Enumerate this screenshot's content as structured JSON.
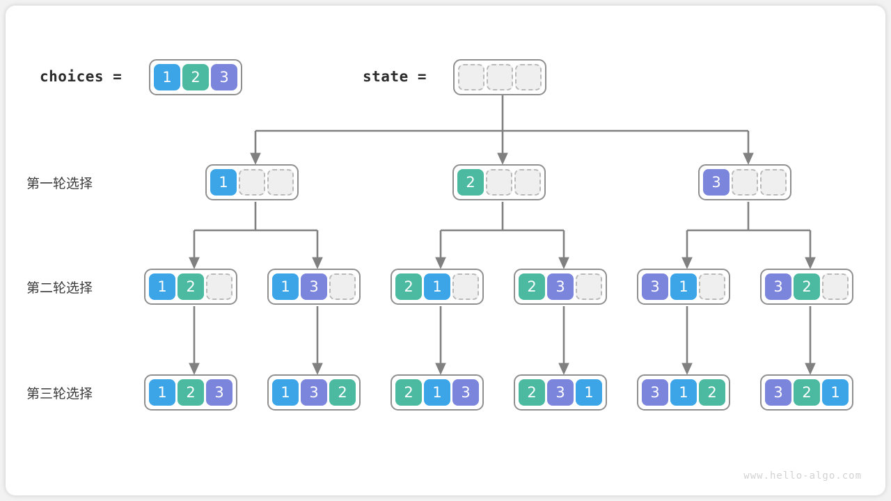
{
  "watermark": "www.hello-algo.com",
  "palette": {
    "blue": "#3ba5e8",
    "teal": "#4bbaa0",
    "purple": "#7b85dc",
    "empty_fill": "#efefef",
    "empty_border": "#b9b9b9",
    "node_border": "#8f8f8f",
    "wire": "#808080",
    "card_bg": "#ffffff",
    "page_bg": "#f2f2f2",
    "label_text": "#3b3b3b",
    "watermark_text": "#d2d2d2"
  },
  "header": {
    "choices_label": "choices =",
    "choices_cells": [
      "1",
      "2",
      "3"
    ],
    "state_label": "state =",
    "state_cells": [
      "",
      "",
      ""
    ]
  },
  "rows": [
    {
      "label": "第一轮选择",
      "nodes": [
        {
          "cells": [
            "1",
            "",
            ""
          ]
        },
        {
          "cells": [
            "2",
            "",
            ""
          ]
        },
        {
          "cells": [
            "3",
            "",
            ""
          ]
        }
      ]
    },
    {
      "label": "第二轮选择",
      "nodes": [
        {
          "cells": [
            "1",
            "2",
            ""
          ]
        },
        {
          "cells": [
            "1",
            "3",
            ""
          ]
        },
        {
          "cells": [
            "2",
            "1",
            ""
          ]
        },
        {
          "cells": [
            "2",
            "3",
            ""
          ]
        },
        {
          "cells": [
            "3",
            "1",
            ""
          ]
        },
        {
          "cells": [
            "3",
            "2",
            ""
          ]
        }
      ]
    },
    {
      "label": "第三轮选择",
      "nodes": [
        {
          "cells": [
            "1",
            "2",
            "3"
          ]
        },
        {
          "cells": [
            "1",
            "3",
            "2"
          ]
        },
        {
          "cells": [
            "2",
            "1",
            "3"
          ]
        },
        {
          "cells": [
            "2",
            "3",
            "1"
          ]
        },
        {
          "cells": [
            "3",
            "1",
            "2"
          ]
        },
        {
          "cells": [
            "3",
            "2",
            "1"
          ]
        }
      ]
    }
  ]
}
